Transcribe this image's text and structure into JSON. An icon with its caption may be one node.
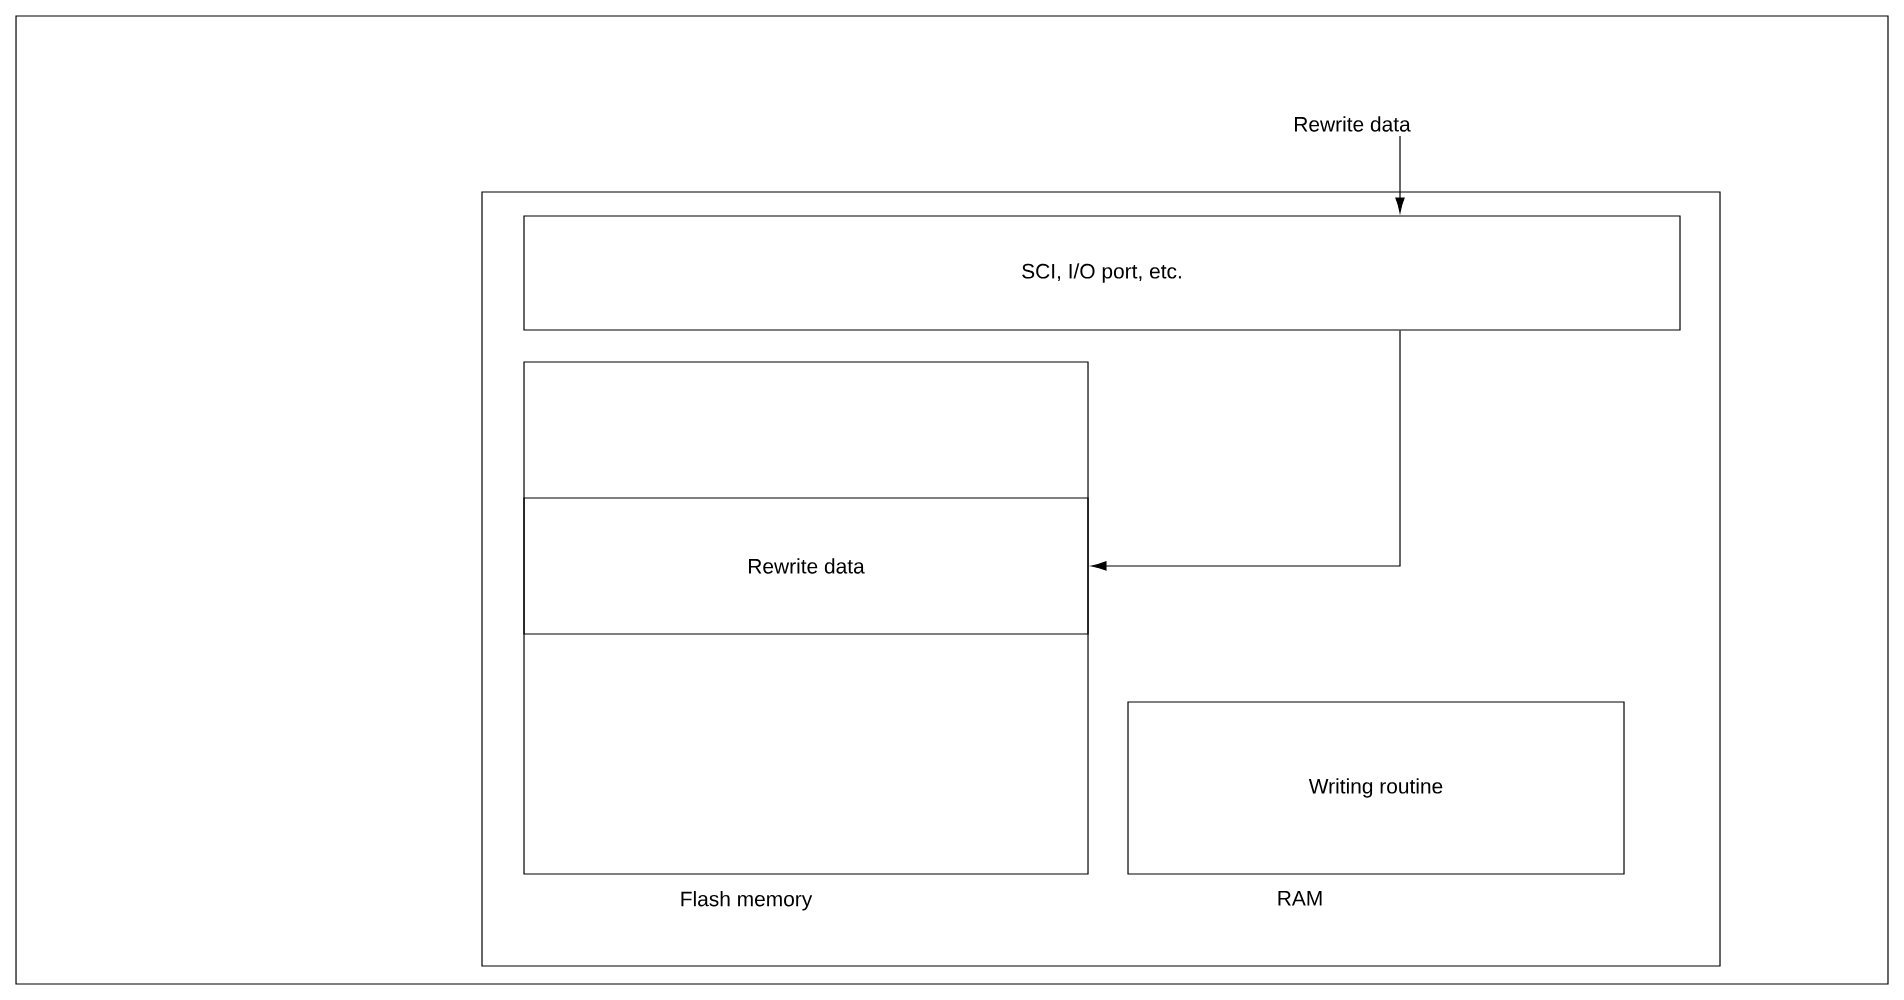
{
  "diagram": {
    "nodes": [
      {
        "text": [
          "Rewrite data"
        ]
      },
      {
        "text": [],
        "shape": "box"
      },
      {
        "text": [
          "SCI, I/O port, etc."
        ],
        "in": 1
      },
      {
        "text": [
          "Flash memory"
        ],
        "in": 1
      },
      {
        "text": [
          "Rewrite data"
        ],
        "in": 3
      },
      {
        "text": [
          "Writing routine",
          "RAM"
        ],
        "in": 1
      }
    ],
    "edges": [
      {
        "from": 0,
        "to": 2,
        "arrow": "to"
      },
      {
        "from": 2,
        "to": 4,
        "arrow": "to"
      }
    ]
  }
}
